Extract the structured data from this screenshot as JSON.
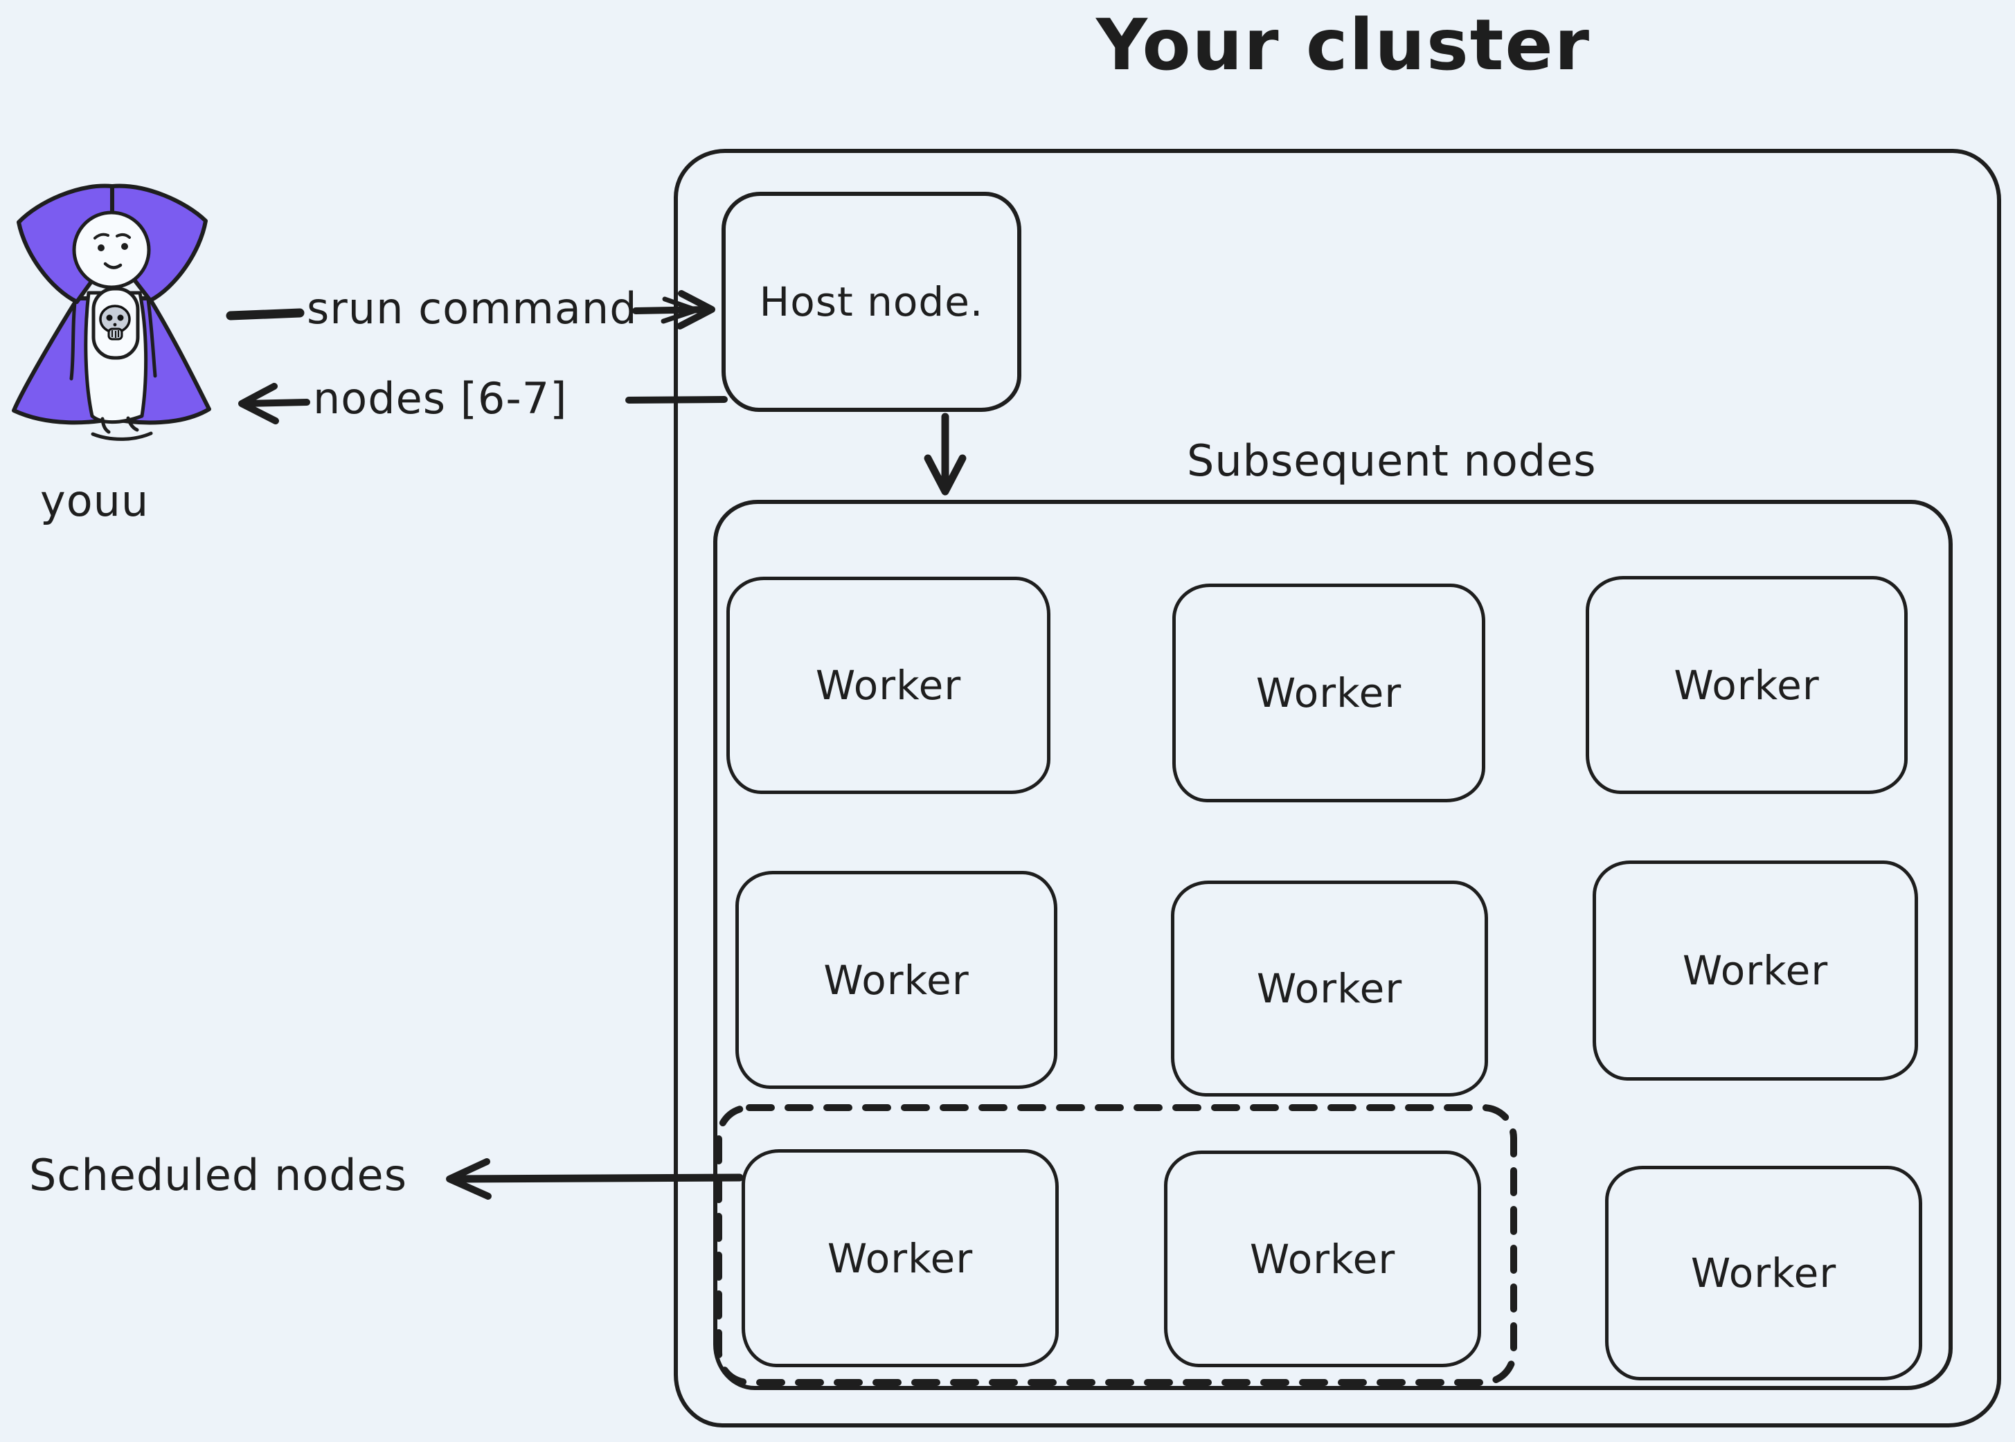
{
  "colors": {
    "background": "#edf3f9",
    "ink": "#1e1e1e",
    "cape_purple": "#7b5cf0",
    "skull_gray": "#c9cfd9"
  },
  "title": "Your cluster",
  "actor": {
    "name": "youu"
  },
  "labels": {
    "srun_arrow": "srun command",
    "return_arrow": "nodes [6-7]",
    "scheduled": "Scheduled nodes",
    "subsequent": "Subsequent nodes"
  },
  "cluster": {
    "host": "Host node.",
    "workers": [
      "Worker",
      "Worker",
      "Worker",
      "Worker",
      "Worker",
      "Worker",
      "Worker",
      "Worker",
      "Worker"
    ]
  }
}
